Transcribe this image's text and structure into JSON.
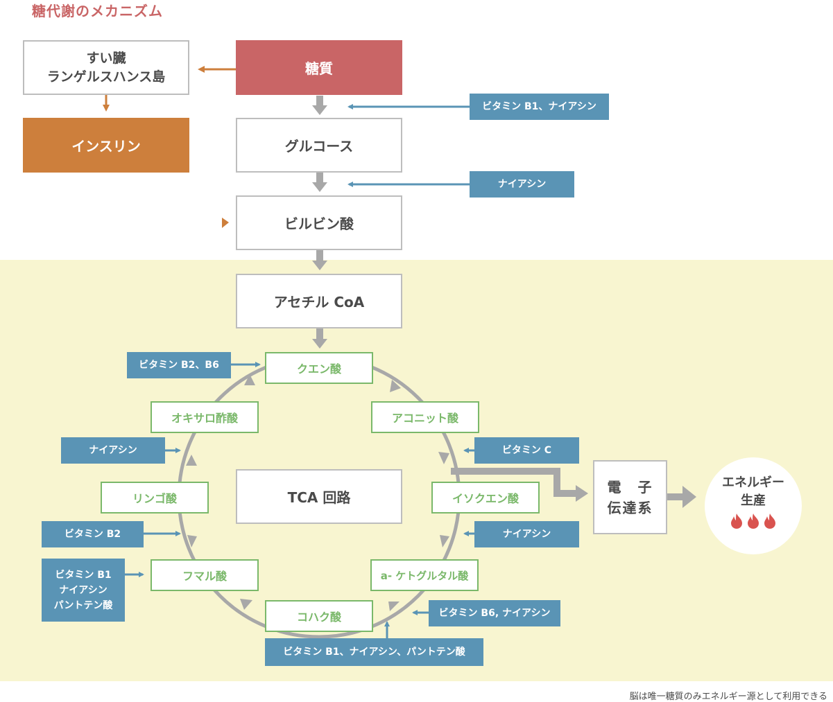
{
  "title": "糖代謝のメカニズム",
  "nodes": {
    "pancreas_line1": "すい臓",
    "pancreas_line2": "ランゲルスハンス島",
    "insulin": "インスリン",
    "sugar": "糖質",
    "glucose": "グルコース",
    "pyruvic": "ビルビン酸",
    "acetyl": "アセチル CoA",
    "tca": "TCA 回路",
    "etc_line1": "電　子",
    "etc_line2": "伝達系",
    "energy_line1": "エネルギー",
    "energy_line2": "生産"
  },
  "tca_cycle": {
    "citric": "クエン酸",
    "aconitic": "アコニット酸",
    "isocitric": "イソクエン酸",
    "ketoglutaric": "a- ケトグルタル酸",
    "succinic": "コハク酸",
    "fumaric": "フマル酸",
    "malic": "リンゴ酸",
    "oxaloacetic": "オキサロ酢酸"
  },
  "vitamins": {
    "v_glucose": "ビタミン B1、ナイアシン",
    "v_pyruvic": "ナイアシン",
    "v_citric": "ビタミン B2、B6",
    "v_oxalo": "ナイアシン",
    "v_malic": "ビタミン B2",
    "v_fumaric_1": "ビタミン B1",
    "v_fumaric_2": "ナイアシン",
    "v_fumaric_3": "パントテン酸",
    "v_isocitric": "ビタミン C",
    "v_keto": "ナイアシン",
    "v_succinic_right": "ビタミン B6, ナイアシン",
    "v_succinic_bottom": "ビタミン B1、ナイアシン、パントテン酸"
  },
  "footnote": "脳は唯一糖質のみエネルギー源として利用できる",
  "colors": {
    "sugar": "#c96566",
    "insulin": "#cd7f3c",
    "vitamin": "#5a94b5",
    "tca_green": "#7ab86a",
    "background_yellow": "#f8f5d0",
    "arrow_gray": "#a8a8a8"
  }
}
